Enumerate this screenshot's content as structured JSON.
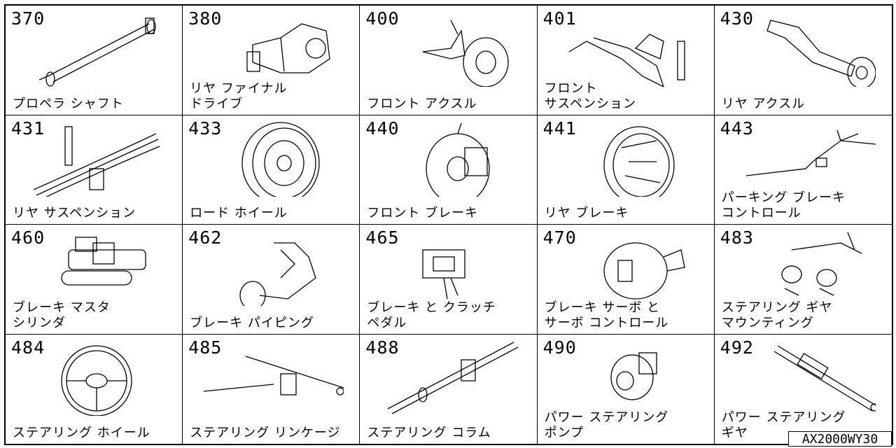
{
  "cells": [
    {
      "code": "370",
      "label": "プロペラ シャフト",
      "icon": "propeller-shaft-icon"
    },
    {
      "code": "380",
      "label": "リヤ ファイナル\nドライブ",
      "icon": "final-drive-icon"
    },
    {
      "code": "400",
      "label": "フロント アクスル",
      "icon": "front-axle-icon"
    },
    {
      "code": "401",
      "label": "フロント\nサスペンション",
      "icon": "front-suspension-icon"
    },
    {
      "code": "430",
      "label": "リヤ アクスル",
      "icon": "rear-axle-icon"
    },
    {
      "code": "431",
      "label": "リヤ サスペンション",
      "icon": "rear-suspension-icon"
    },
    {
      "code": "433",
      "label": "ロード ホイール",
      "icon": "road-wheel-icon"
    },
    {
      "code": "440",
      "label": "フロント ブレーキ",
      "icon": "front-brake-icon"
    },
    {
      "code": "441",
      "label": "リヤ ブレーキ",
      "icon": "rear-brake-icon"
    },
    {
      "code": "443",
      "label": "パーキング ブレーキ\nコントロール",
      "icon": "parking-brake-icon"
    },
    {
      "code": "460",
      "label": "ブレーキ マスタ\nシリンダ",
      "icon": "master-cylinder-icon"
    },
    {
      "code": "462",
      "label": "ブレーキ パイピング",
      "icon": "brake-piping-icon"
    },
    {
      "code": "465",
      "label": "ブレーキ と クラッチ\nペダル",
      "icon": "pedal-icon"
    },
    {
      "code": "470",
      "label": "ブレーキ サーボ と\nサーボ コントロール",
      "icon": "brake-servo-icon"
    },
    {
      "code": "483",
      "label": "ステアリング ギヤ\nマウンティング",
      "icon": "gear-mounting-icon"
    },
    {
      "code": "484",
      "label": "ステアリング ホイール",
      "icon": "steering-wheel-icon"
    },
    {
      "code": "485",
      "label": "ステアリング リンケージ",
      "icon": "steering-linkage-icon"
    },
    {
      "code": "488",
      "label": "ステアリング コラム",
      "icon": "steering-column-icon"
    },
    {
      "code": "490",
      "label": "パワー ステアリング\nポンプ",
      "icon": "power-steering-pump-icon"
    },
    {
      "code": "492",
      "label": "パワー ステアリング\nギヤ",
      "icon": "power-steering-gear-icon"
    }
  ],
  "reference_code": "AX2000WY30"
}
